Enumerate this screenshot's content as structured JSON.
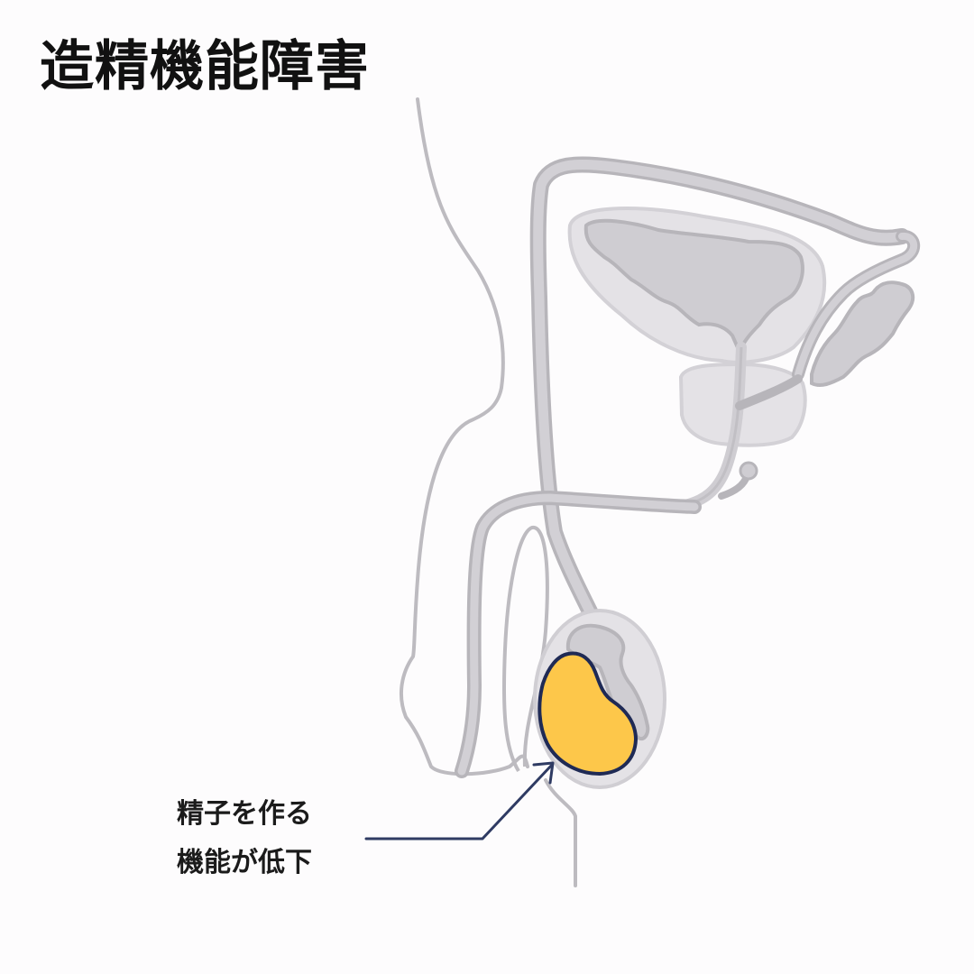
{
  "title": "造精機能障害",
  "callout": {
    "line1": "精子を作る",
    "line2": "機能が低下"
  },
  "colors": {
    "background": "#fdfcfd",
    "outline": "#b7b5ba",
    "organ_fill": "#cfcdd2",
    "organ_light": "#e4e2e6",
    "testis_fill": "#fdc74a",
    "testis_outline": "#1f2a55",
    "pointer": "#2f3b63",
    "text": "#111111"
  }
}
